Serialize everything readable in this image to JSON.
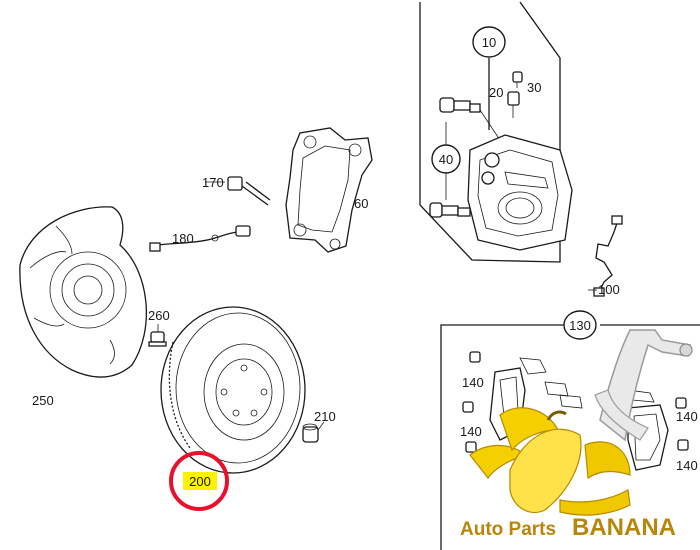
{
  "callouts": {
    "p10": "10",
    "p20": "20",
    "p30": "30",
    "p40": "40",
    "p60": "60",
    "p100": "100",
    "p130": "130",
    "p140_a": "140",
    "p140_b": "140",
    "p140_c": "140",
    "p140_d": "140",
    "p170": "170",
    "p180": "180",
    "p200": "200",
    "p210": "210",
    "p250": "250",
    "p260": "260"
  },
  "highlight": {
    "part_number": "200",
    "highlight_color": "#fff200",
    "circle_color": "#e8102a"
  },
  "watermark": {
    "brand_prefix": "Auto Parts",
    "brand_name": "BANANA",
    "text_color": "#b8860b",
    "banana_color": "#f5d000"
  }
}
